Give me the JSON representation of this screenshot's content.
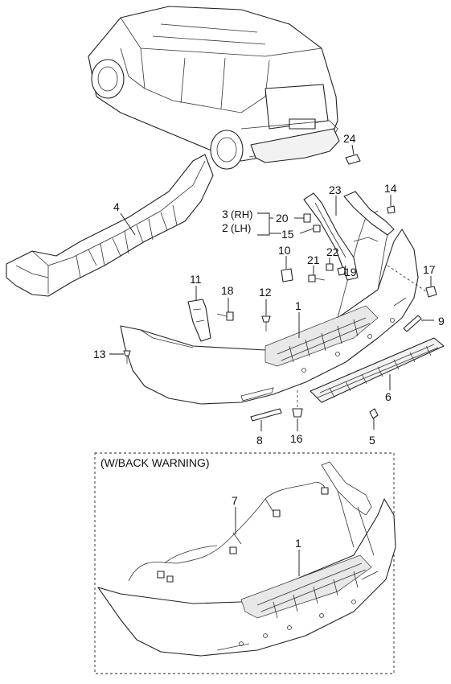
{
  "callouts": {
    "p1": "1",
    "p1b": "1",
    "p2": "2",
    "p2_side": "(LH)",
    "p3": "3",
    "p3_side": "(RH)",
    "p4": "4",
    "p5": "5",
    "p6": "6",
    "p7": "7",
    "p8": "8",
    "p9": "9",
    "p10": "10",
    "p11": "11",
    "p12": "12",
    "p13": "13",
    "p14": "14",
    "p15": "15",
    "p16": "16",
    "p17": "17",
    "p18": "18",
    "p19": "19",
    "p20": "20",
    "p21": "21",
    "p22": "22",
    "p23": "23",
    "p24": "24"
  },
  "inset": {
    "title": "(W/BACK WARNING)"
  },
  "colors": {
    "line": "#222222",
    "background": "#ffffff"
  }
}
